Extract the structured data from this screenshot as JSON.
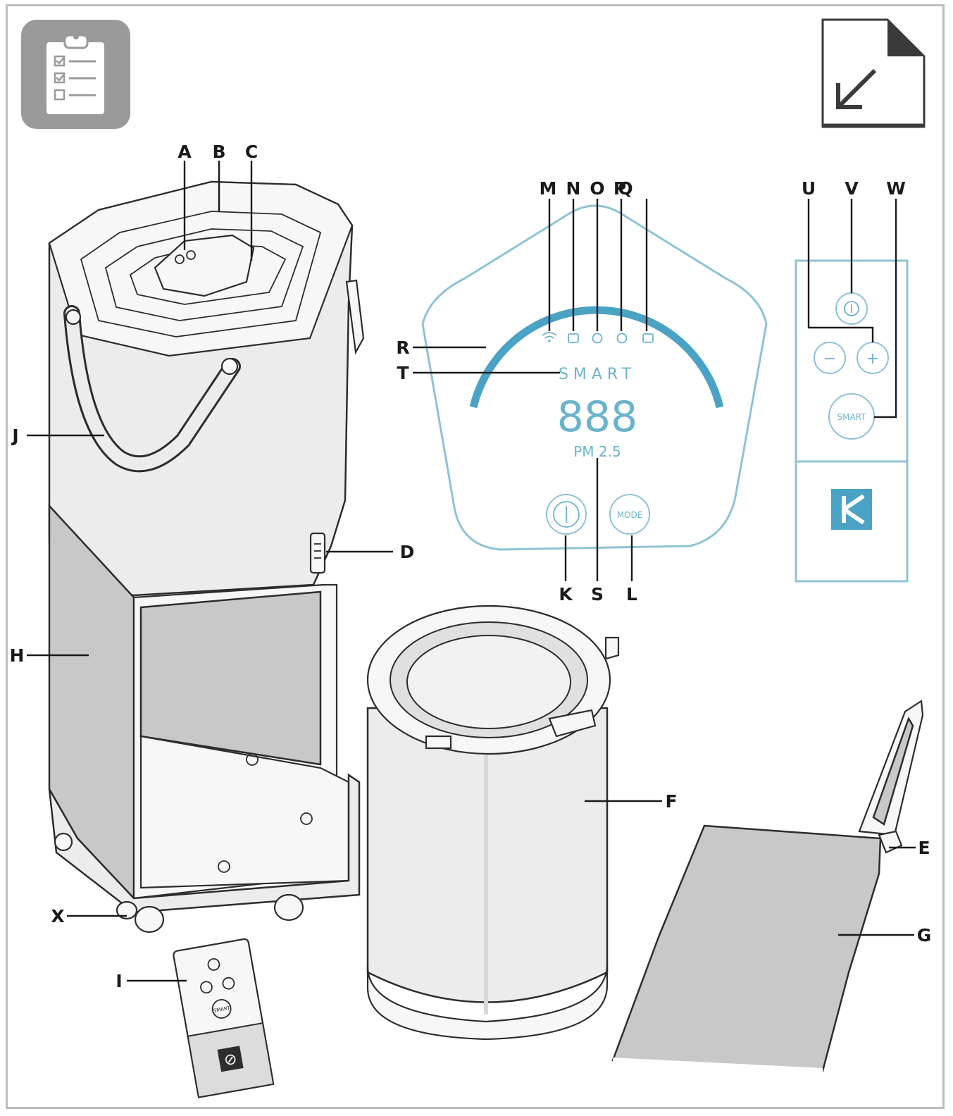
{
  "icons": {
    "top_left": "checklist-icon",
    "top_right": "document-arrow-icon"
  },
  "labels": {
    "A": "A",
    "B": "B",
    "C": "C",
    "D": "D",
    "E": "E",
    "F": "F",
    "G": "G",
    "H": "H",
    "I": "I",
    "J": "J",
    "K": "K",
    "L": "L",
    "M": "M",
    "N": "N",
    "O": "O",
    "P": "P",
    "Q": "Q",
    "R": "R",
    "S": "S",
    "T": "T",
    "U": "U",
    "V": "V",
    "W": "W",
    "X": "X"
  },
  "display_panel": {
    "mode_text": "SMART",
    "reading": "888",
    "unit": "PM 2.5",
    "mode_button": "MODE"
  },
  "side_panel": {
    "smart_button": "SMART",
    "minus": "−",
    "plus": "+"
  },
  "remote": {
    "smart_button": "SMART"
  },
  "colors": {
    "accent": "#4aa3c4",
    "panel_outline": "#8fc3d6",
    "icon_bg": "#9a9a9a",
    "brand": "#4aa3c4"
  }
}
